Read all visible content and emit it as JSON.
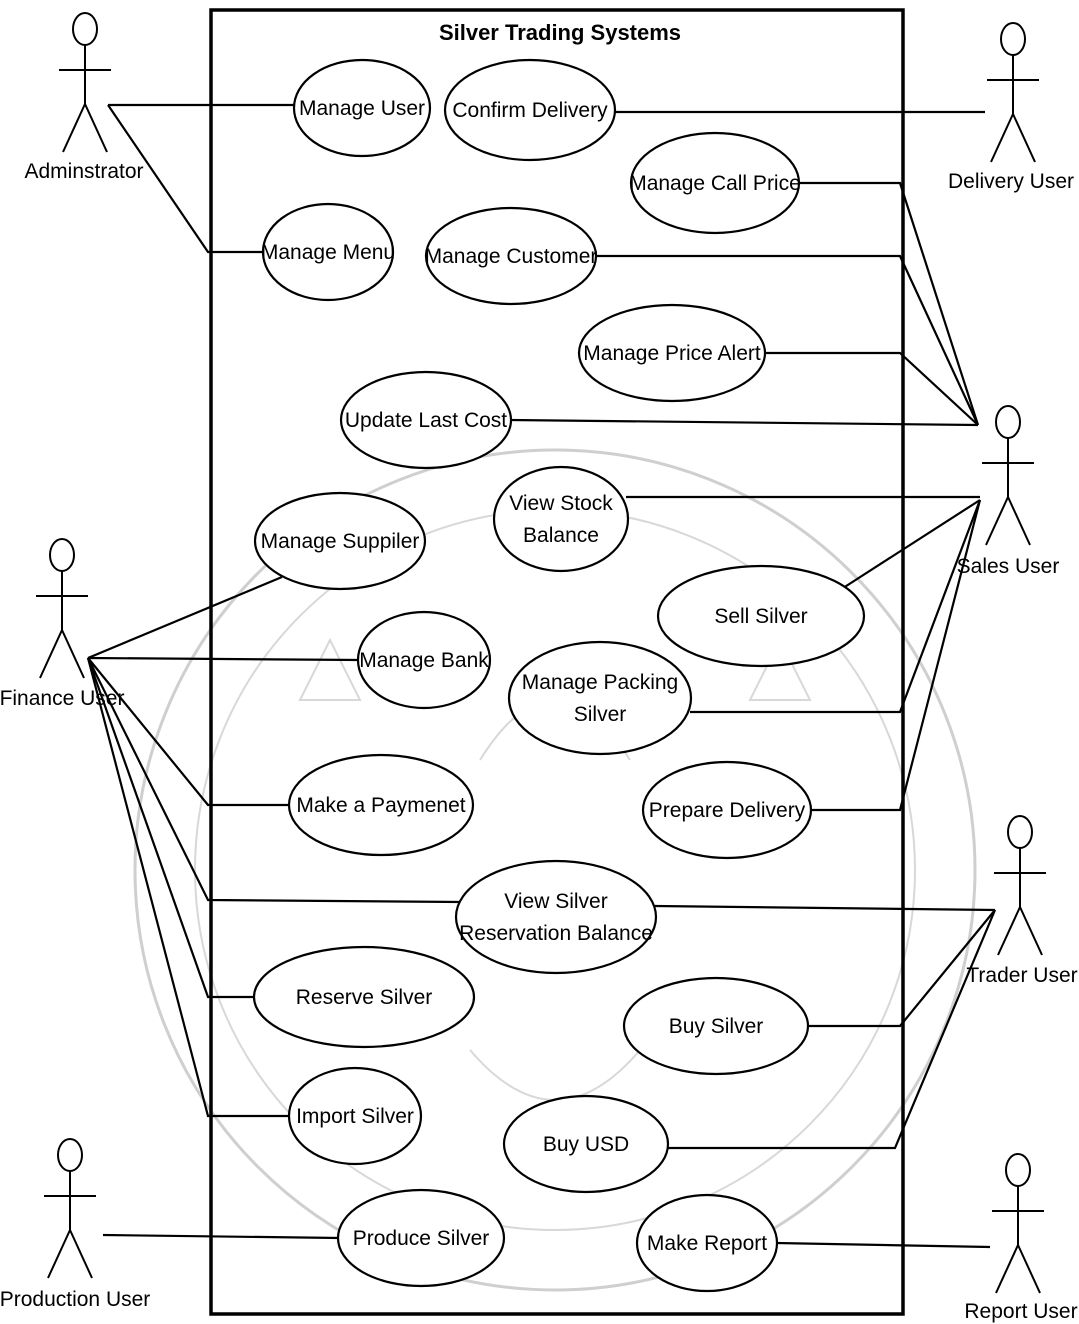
{
  "system": {
    "title": "Silver Trading Systems"
  },
  "actors": {
    "administrator": "Adminstrator",
    "delivery": "Delivery User",
    "sales": "Sales User",
    "finance": "Finance User",
    "trader": "Trader User",
    "production": "Production User",
    "report": "Report User"
  },
  "use_cases": {
    "manage_user": [
      "Manage User"
    ],
    "confirm_delivery": [
      "Confirm  Delivery"
    ],
    "manage_call_price": [
      "Manage Call Price"
    ],
    "manage_menu": [
      "Manage Menu"
    ],
    "manage_customer": [
      "Manage Customer"
    ],
    "manage_price_alert": [
      "Manage Price Alert"
    ],
    "update_last_cost": [
      "Update Last Cost"
    ],
    "view_stock_balance": [
      "View Stock",
      "Balance"
    ],
    "manage_suppiler": [
      "Manage Suppiler"
    ],
    "sell_silver": [
      "Sell Silver"
    ],
    "manage_bank": [
      "Manage Bank"
    ],
    "manage_packing_silver": [
      "Manage Packing",
      "Silver"
    ],
    "make_payment": [
      "Make a Paymenet"
    ],
    "prepare_delivery": [
      "Prepare Delivery"
    ],
    "view_silver_reservation_balance": [
      "View Silver",
      "Reservation Balance"
    ],
    "reserve_silver": [
      "Reserve Silver"
    ],
    "buy_silver": [
      "Buy Silver"
    ],
    "import_silver": [
      "Import Silver"
    ],
    "buy_usd": [
      "Buy USD"
    ],
    "produce_silver": [
      "Produce Silver"
    ],
    "make_report": [
      "Make Report"
    ]
  },
  "associations": [
    [
      "administrator",
      "manage_user"
    ],
    [
      "administrator",
      "manage_menu"
    ],
    [
      "delivery",
      "confirm_delivery"
    ],
    [
      "sales",
      "manage_call_price"
    ],
    [
      "sales",
      "manage_customer"
    ],
    [
      "sales",
      "manage_price_alert"
    ],
    [
      "sales",
      "update_last_cost"
    ],
    [
      "sales",
      "view_stock_balance"
    ],
    [
      "sales",
      "sell_silver"
    ],
    [
      "sales",
      "manage_packing_silver"
    ],
    [
      "sales",
      "prepare_delivery"
    ],
    [
      "finance",
      "manage_suppiler"
    ],
    [
      "finance",
      "manage_bank"
    ],
    [
      "finance",
      "make_payment"
    ],
    [
      "finance",
      "view_silver_reservation_balance"
    ],
    [
      "finance",
      "reserve_silver"
    ],
    [
      "finance",
      "import_silver"
    ],
    [
      "trader",
      "view_silver_reservation_balance"
    ],
    [
      "trader",
      "buy_silver"
    ],
    [
      "trader",
      "buy_usd"
    ],
    [
      "production",
      "produce_silver"
    ],
    [
      "report",
      "make_report"
    ]
  ]
}
